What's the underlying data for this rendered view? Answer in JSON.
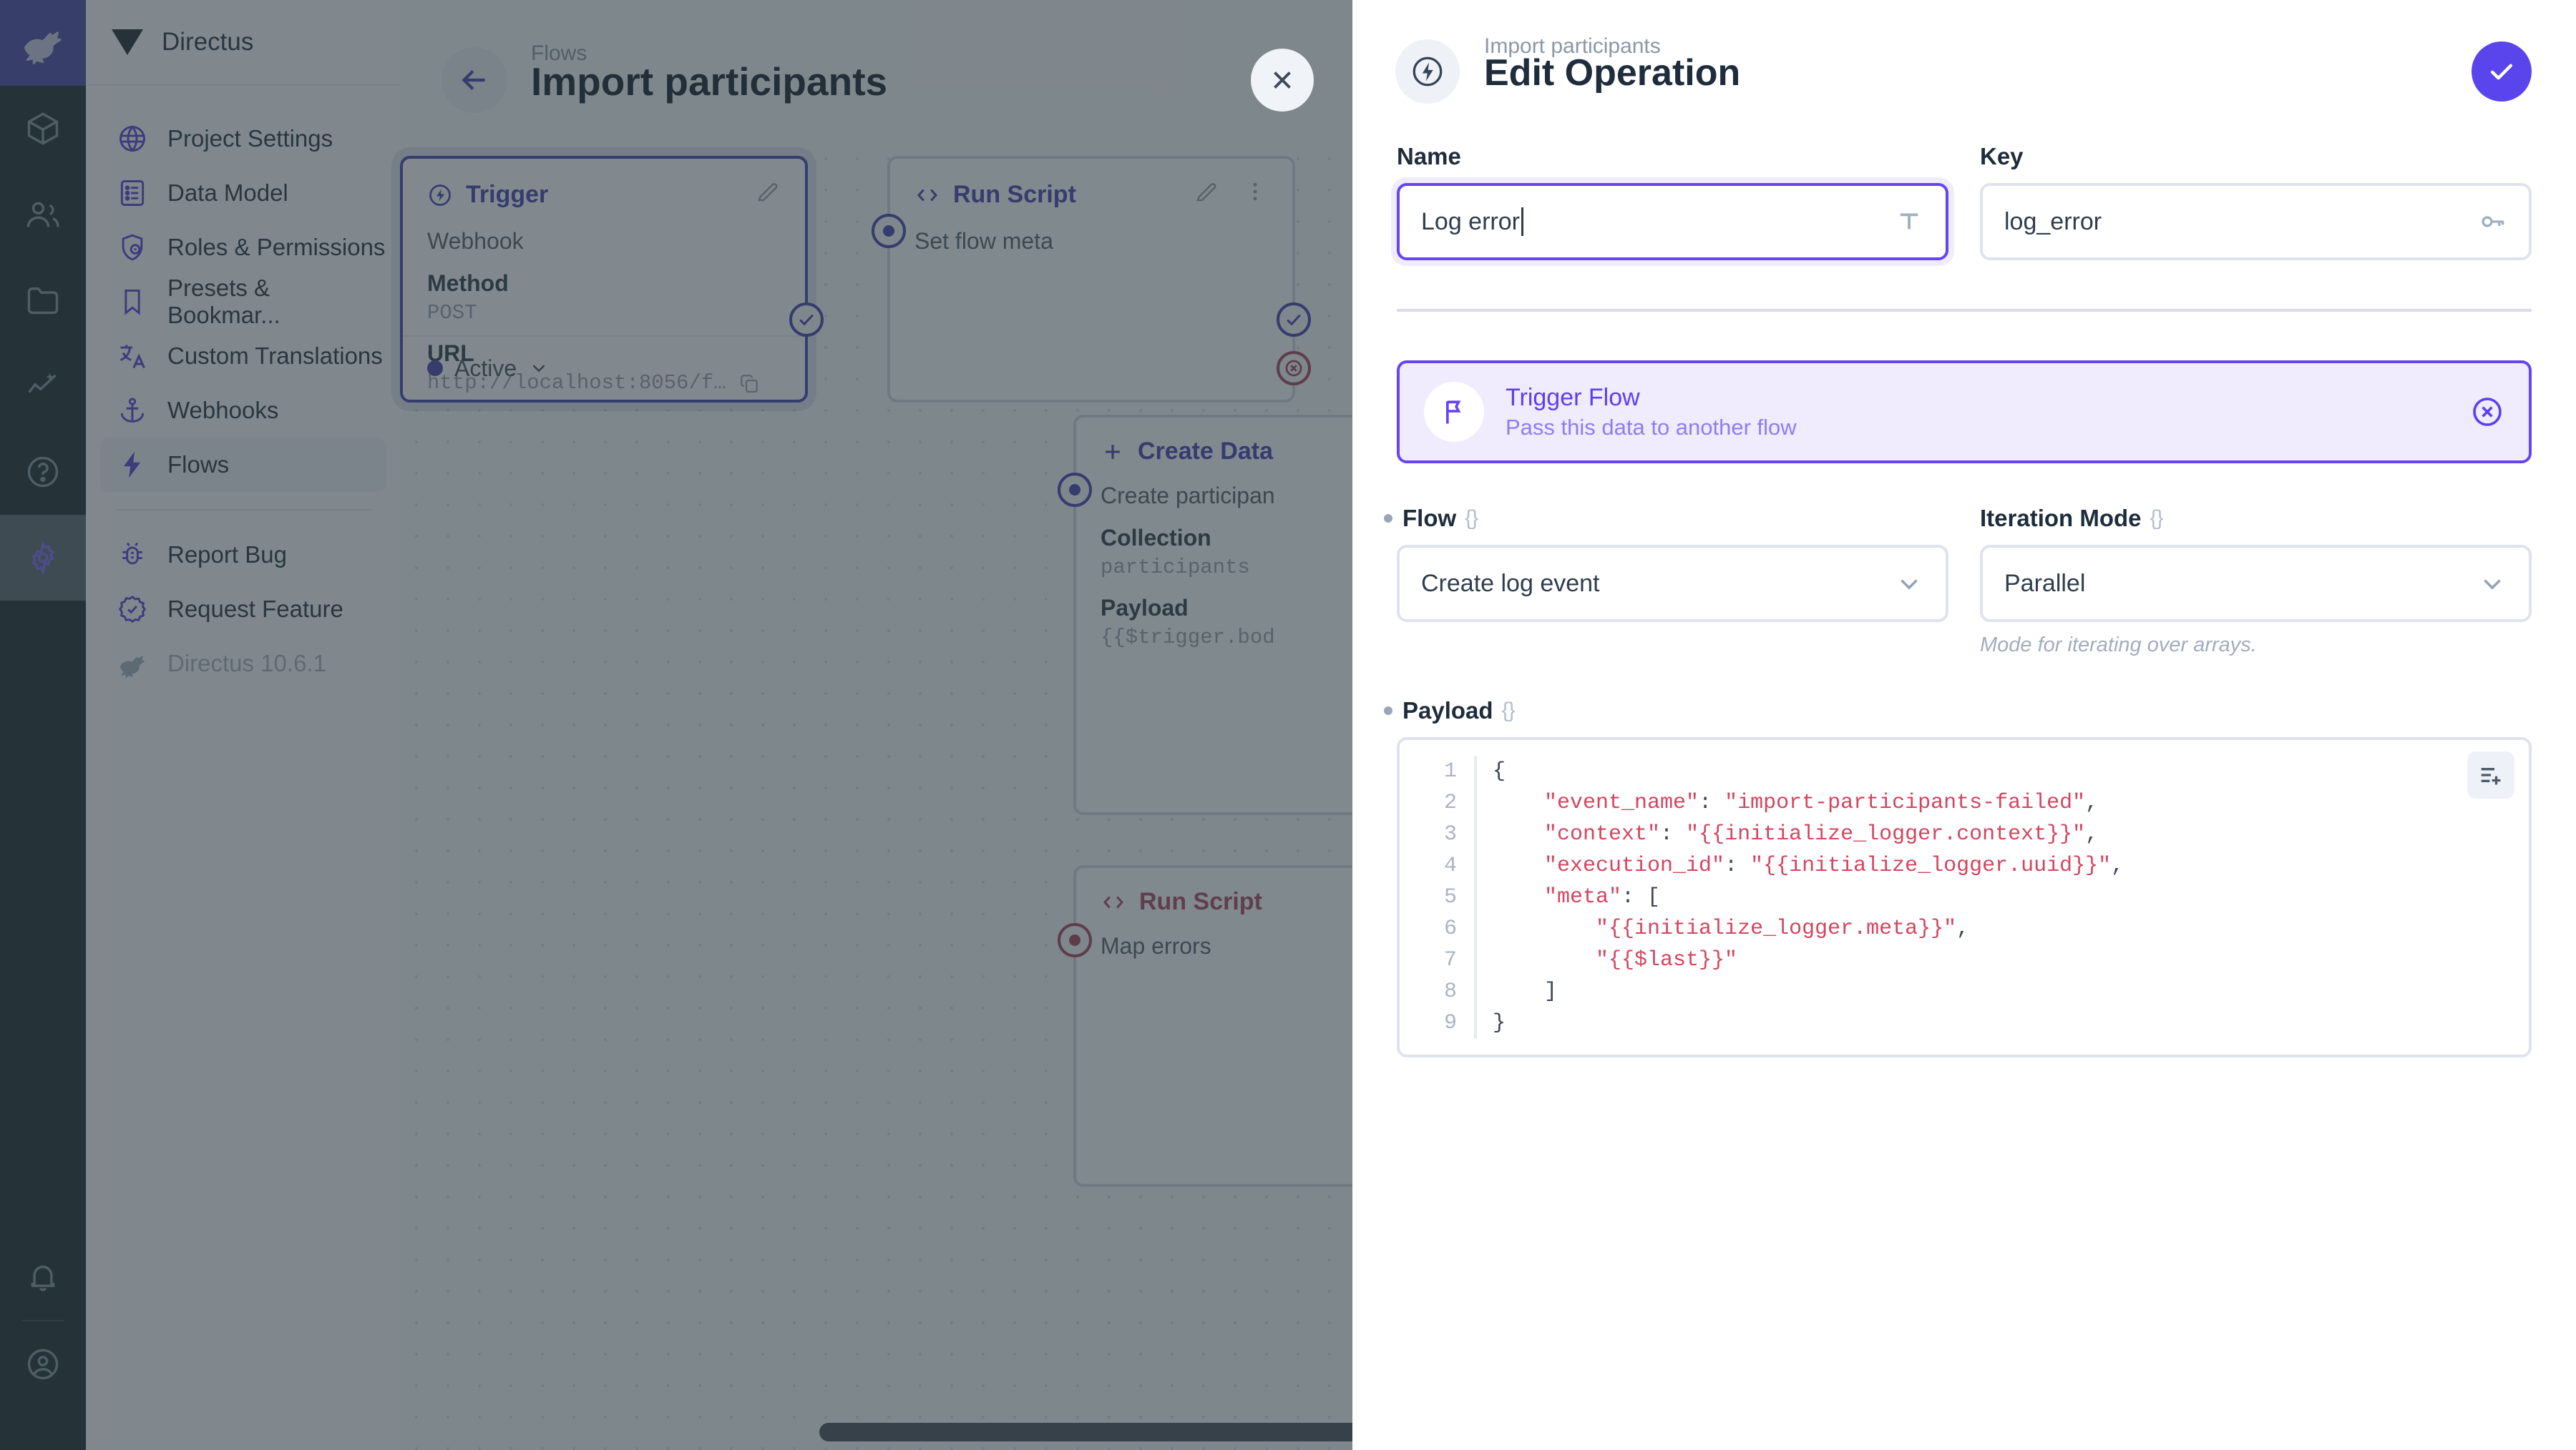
{
  "module_bar": {
    "logo_icon": "directus-rabbit-logo",
    "items": [
      {
        "name": "content",
        "icon": "box-icon",
        "active": false
      },
      {
        "name": "users",
        "icon": "people-icon",
        "active": false
      },
      {
        "name": "files",
        "icon": "folder-icon",
        "active": false
      },
      {
        "name": "insights",
        "icon": "chart-sparkle-icon",
        "active": false
      },
      {
        "name": "docs",
        "icon": "question-circle-icon",
        "active": false
      },
      {
        "name": "settings",
        "icon": "gear-icon",
        "active": true
      }
    ],
    "bottom": [
      {
        "name": "notifications",
        "icon": "bell-icon"
      },
      {
        "name": "account",
        "icon": "account-circle-icon"
      }
    ]
  },
  "sidebar": {
    "project_title": "Directus",
    "bookmark_icon": "bookmark-triangle-icon",
    "items": [
      {
        "label": "Project Settings",
        "icon": "globe-icon",
        "active": false
      },
      {
        "label": "Data Model",
        "icon": "list-box-icon",
        "active": false
      },
      {
        "label": "Roles & Permissions",
        "icon": "shield-account-icon",
        "active": false
      },
      {
        "label": "Presets & Bookmar...",
        "icon": "bookmark-icon",
        "active": false
      },
      {
        "label": "Custom Translations",
        "icon": "translate-icon",
        "active": false
      },
      {
        "label": "Webhooks",
        "icon": "anchor-icon",
        "active": false
      },
      {
        "label": "Flows",
        "icon": "bolt-icon",
        "active": true
      }
    ],
    "footer_items": [
      {
        "label": "Report Bug",
        "icon": "bug-icon",
        "muted": false
      },
      {
        "label": "Request Feature",
        "icon": "badge-check-icon",
        "muted": false
      },
      {
        "label": "Directus 10.6.1",
        "icon": "directus-rabbit-logo",
        "muted": true
      }
    ]
  },
  "main": {
    "back_icon": "arrow-left-icon",
    "breadcrumb": "Flows",
    "title": "Import participants",
    "status_dot_color": "#4a4ab5",
    "close_icon": "close-icon",
    "nodes": [
      {
        "id": "trigger",
        "type_label": "Trigger",
        "type_icon": "bolt-circle-icon",
        "edit_icon": "pencil-icon",
        "subtitle": "Webhook",
        "fields": [
          {
            "label": "Method",
            "value": "POST"
          },
          {
            "label": "URL",
            "value": "http://localhost:8056/f…",
            "trailing_icon": "copy-icon"
          }
        ],
        "footer_status": "Active",
        "footer_chevron": "chevron-down-icon",
        "selected": true
      },
      {
        "id": "set-flow-meta",
        "type_label": "Run Script",
        "type_icon": "code-brackets-icon",
        "edit_icon": "pencil-icon",
        "more_icon": "dots-vertical-icon",
        "subtitle": "Set flow meta",
        "fields": [],
        "selected": false
      },
      {
        "id": "create-participants",
        "type_label": "Create Data",
        "type_icon": "plus-icon",
        "subtitle": "Create participan",
        "fields": [
          {
            "label": "Collection",
            "value": "participants"
          },
          {
            "label": "Payload",
            "value": "{{$trigger.bod"
          }
        ],
        "selected": false
      },
      {
        "id": "map-errors",
        "type_label": "Run Script",
        "type_icon": "code-brackets-icon",
        "subtitle": "Map errors",
        "fields": [],
        "error": true,
        "selected": false
      }
    ]
  },
  "drawer": {
    "header": {
      "icon": "bolt-circle-icon",
      "breadcrumb": "Import participants",
      "title": "Edit Operation",
      "save_icon": "check-icon",
      "save_color": "#5a44ec"
    },
    "name_field": {
      "label": "Name",
      "value": "Log error",
      "trailing_icon": "text-format-icon",
      "focused": true
    },
    "key_field": {
      "label": "Key",
      "value": "log_error",
      "trailing_icon": "key-icon",
      "focused": false
    },
    "operation_banner": {
      "icon": "flag-icon",
      "title": "Trigger Flow",
      "subtitle": "Pass this data to another flow",
      "remove_icon": "close-circle-icon",
      "accent": "#6644f0"
    },
    "flow_field": {
      "label": "Flow",
      "braces": "{}",
      "required": true,
      "value": "Create log event",
      "chevron_icon": "chevron-down-icon"
    },
    "iteration_field": {
      "label": "Iteration Mode",
      "braces": "{}",
      "required": false,
      "value": "Parallel",
      "chevron_icon": "chevron-down-icon",
      "hint": "Mode for iterating over arrays."
    },
    "payload_field": {
      "label": "Payload",
      "braces": "{}",
      "required": true,
      "fab_icon": "add-lines-icon",
      "lines": [
        {
          "n": "1",
          "segments": [
            {
              "t": "{",
              "k": "p"
            }
          ]
        },
        {
          "n": "2",
          "segments": [
            {
              "t": "    ",
              "k": "p"
            },
            {
              "t": "\"event_name\"",
              "k": "s"
            },
            {
              "t": ": ",
              "k": "p"
            },
            {
              "t": "\"import-participants-failed\"",
              "k": "s"
            },
            {
              "t": ",",
              "k": "p"
            }
          ]
        },
        {
          "n": "3",
          "segments": [
            {
              "t": "    ",
              "k": "p"
            },
            {
              "t": "\"context\"",
              "k": "s"
            },
            {
              "t": ": ",
              "k": "p"
            },
            {
              "t": "\"{{initialize_logger.context}}\"",
              "k": "s"
            },
            {
              "t": ",",
              "k": "p"
            }
          ]
        },
        {
          "n": "4",
          "segments": [
            {
              "t": "    ",
              "k": "p"
            },
            {
              "t": "\"execution_id\"",
              "k": "s"
            },
            {
              "t": ": ",
              "k": "p"
            },
            {
              "t": "\"{{initialize_logger.uuid}}\"",
              "k": "s"
            },
            {
              "t": ",",
              "k": "p"
            }
          ]
        },
        {
          "n": "5",
          "segments": [
            {
              "t": "    ",
              "k": "p"
            },
            {
              "t": "\"meta\"",
              "k": "s"
            },
            {
              "t": ": [",
              "k": "p"
            }
          ]
        },
        {
          "n": "6",
          "segments": [
            {
              "t": "        ",
              "k": "p"
            },
            {
              "t": "\"{{initialize_logger.meta}}\"",
              "k": "s"
            },
            {
              "t": ",",
              "k": "p"
            }
          ]
        },
        {
          "n": "7",
          "segments": [
            {
              "t": "        ",
              "k": "p"
            },
            {
              "t": "\"{{$last}}\"",
              "k": "s"
            }
          ]
        },
        {
          "n": "8",
          "segments": [
            {
              "t": "    ]",
              "k": "p"
            }
          ]
        },
        {
          "n": "9",
          "segments": [
            {
              "t": "}",
              "k": "p"
            }
          ]
        }
      ]
    }
  }
}
